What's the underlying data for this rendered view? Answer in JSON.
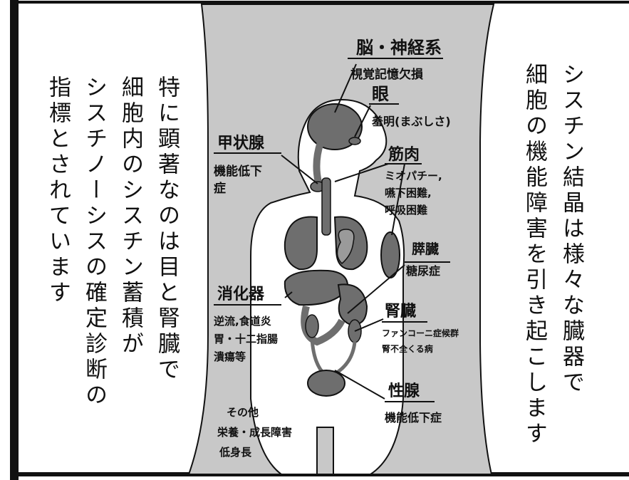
{
  "left_caption": {
    "lines": [
      "特に顕著なのは目と腎臓で",
      "細胞内のシスチン蓄積が",
      "シスチノーシスの確定診断の",
      "指標とされています"
    ]
  },
  "right_caption": {
    "lines": [
      "シスチン結晶は様々な臓器で",
      "細胞の機能障害を引き起こします"
    ]
  },
  "labels": {
    "brain": {
      "title": "脳・神経系",
      "desc": [
        "視覚記憶欠損"
      ]
    },
    "eye": {
      "title": "眼",
      "desc": [
        "羞明(まぶしさ)"
      ]
    },
    "thyroid": {
      "title": "甲状腺",
      "desc": [
        "機能低下",
        "症"
      ]
    },
    "muscle": {
      "title": "筋肉",
      "desc": [
        "ミオパチー,",
        "嚥下困難,",
        "呼吸困難"
      ]
    },
    "pancreas": {
      "title": "膵臓",
      "desc": [
        "糖尿症"
      ]
    },
    "digestive": {
      "title": "消化器",
      "desc": [
        "逆流,食道炎",
        "胃・十二指腸",
        "潰瘍等"
      ]
    },
    "kidney": {
      "title": "腎臓",
      "desc": [
        "ファンコーニ症候群",
        "腎不全くる病"
      ]
    },
    "gonad": {
      "title": "性腺",
      "desc": [
        "機能低下症"
      ]
    },
    "other": {
      "title": "",
      "desc": [
        "その他",
        "栄養・成長障害",
        "低身長"
      ]
    }
  },
  "colors": {
    "center_bg": "#c8c8c8",
    "organ": "#6e6e6e",
    "ink": "#111111"
  }
}
